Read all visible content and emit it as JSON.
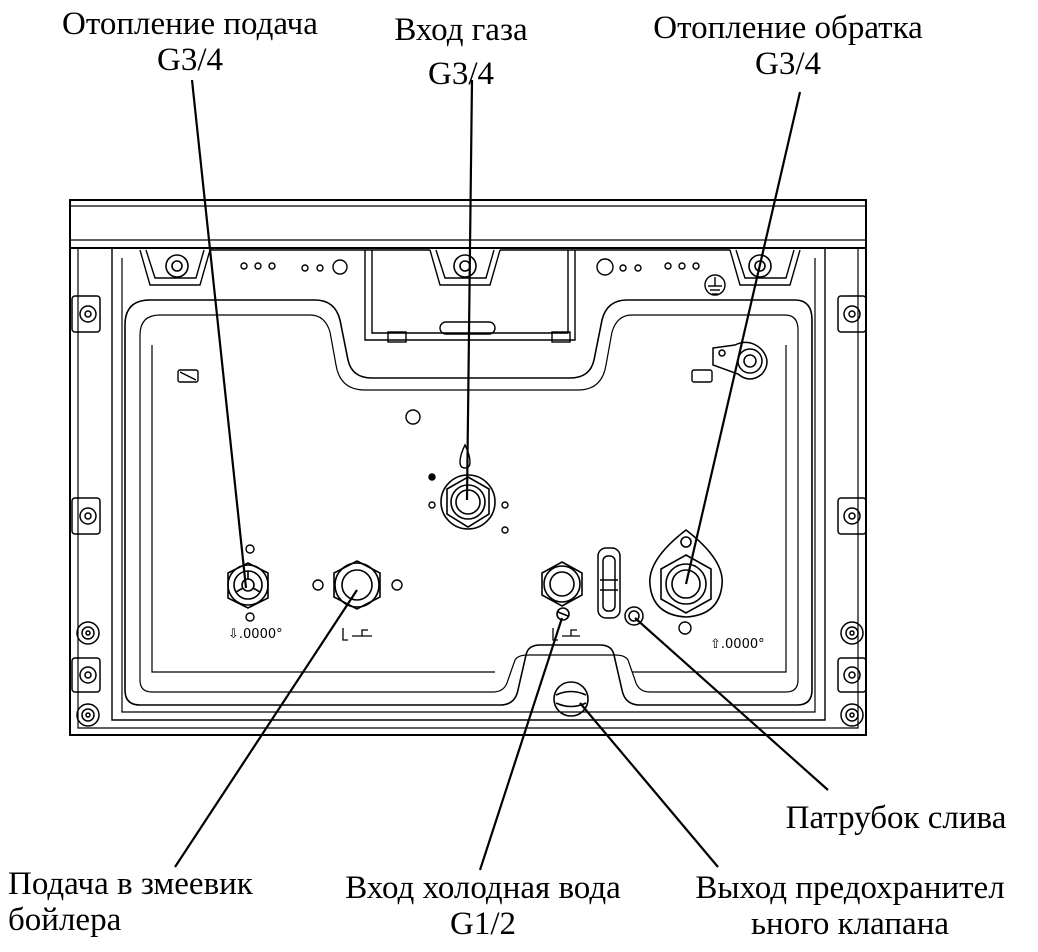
{
  "labels": {
    "heating_supply": {
      "line1": "Отопление подача",
      "line2": "G3/4"
    },
    "gas_inlet": {
      "line1": "Вход газа",
      "line2": "G3/4"
    },
    "heating_return": {
      "line1": "Отопление обратка",
      "line2": "G3/4"
    },
    "drain_pipe": {
      "line1": "Патрубок слива"
    },
    "boiler_coil_supply": {
      "line1": "Подача в змеевик",
      "line2": "бойлера"
    },
    "cold_water_inlet": {
      "line1": "Вход холодная вода",
      "line2": "G1/2"
    },
    "safety_valve_outlet": {
      "line1": "Выход предохранител",
      "line2": "ьного клапана"
    }
  },
  "markings": {
    "supply_symbol": "⇩.0000°",
    "return_symbol": "⇧.0000°"
  },
  "colors": {
    "line": "#000000",
    "background": "#ffffff"
  }
}
